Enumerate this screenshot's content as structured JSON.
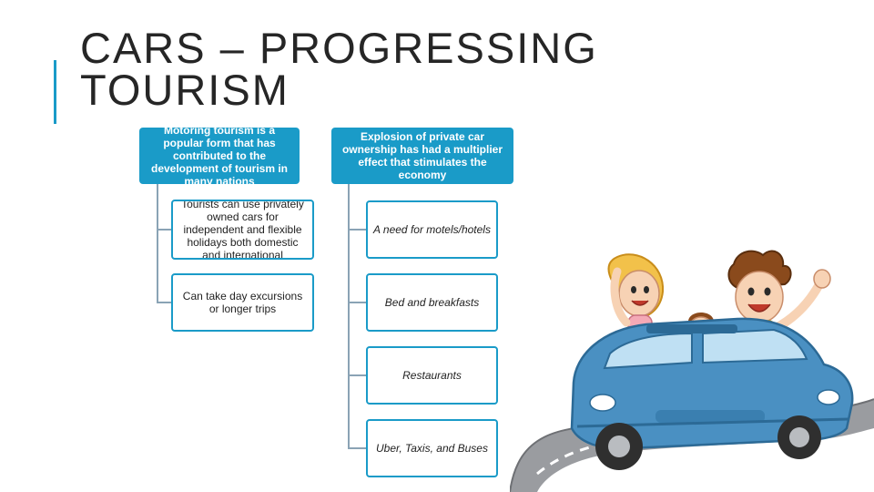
{
  "slide": {
    "title_line1": "CARS – PROGRESSING",
    "title_line2": "TOURISM",
    "accent_color": "#1a9bc8"
  },
  "left_column": {
    "heading": "Motoring tourism is a popular form that has contributed to the development of tourism in many nations",
    "items": [
      "Tourists can use privately owned cars for independent and flexible holidays both domestic and international",
      "Can take day excursions or longer trips"
    ]
  },
  "right_column": {
    "heading": "Explosion of private car ownership has had a multiplier effect that stimulates the economy",
    "items": [
      "A need for motels/hotels",
      "Bed and breakfasts",
      "Restaurants",
      "Uber, Taxis, and Buses"
    ]
  },
  "illustration": {
    "icon": "family-car-illustration"
  }
}
